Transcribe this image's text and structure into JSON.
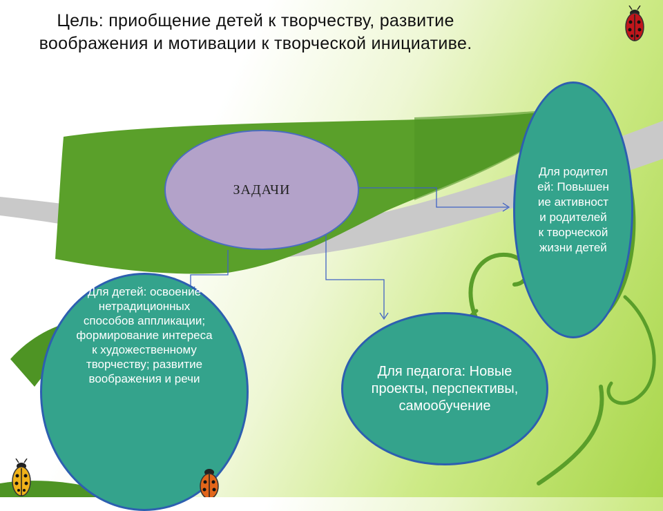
{
  "title": "Цель: приобщение детей к творчеству, развитие воображения и мотивации к творческой инициативе.",
  "center_node": {
    "label": "ЗАДАЧИ"
  },
  "children_node": {
    "text": "Для детей: освоение нетрадиционных способов аппликации; формирование интереса к художественному творчеству; развитие воображения и речи"
  },
  "teacher_node": {
    "text": "Для педагога: Новые проекты, перспективы, самообучение"
  },
  "parents_node": {
    "text": "Для родителей: Повышение активности родителей к творческой жизни детей"
  },
  "colors": {
    "center_fill": "#b3a2c9",
    "green_node_fill": "#34a38c",
    "node_border": "#2d5fb0",
    "leaf_green": "#5aa02a",
    "ladybug_red": "#c0161b"
  },
  "icons": [
    "ladybug-icon",
    "ladybug-icon",
    "ladybug-icon"
  ]
}
